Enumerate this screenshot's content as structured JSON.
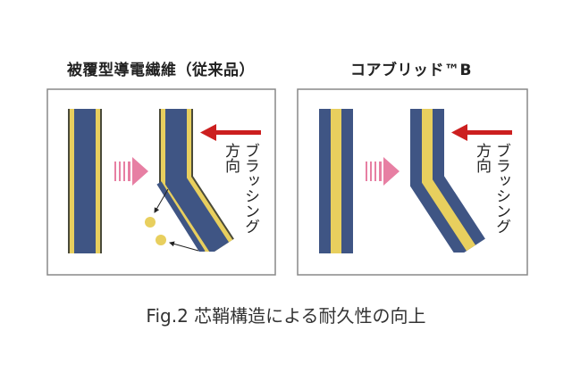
{
  "panels": [
    {
      "title": "被覆型導電繊維（従来品）",
      "direction_label_1": "ブラッシング",
      "direction_label_2": "方向",
      "type": "coated"
    },
    {
      "title": "コアブリッド™B",
      "direction_label_1": "ブラッシング",
      "direction_label_2": "方向",
      "type": "core-sheath"
    }
  ],
  "caption": "Fig.2  芯鞘構造による耐久性の向上",
  "colors": {
    "navy": "#3f5584",
    "yellow": "#e8cf5e",
    "red": "#cc1f1f",
    "pink": "#e77fa3",
    "border": "#888888"
  }
}
